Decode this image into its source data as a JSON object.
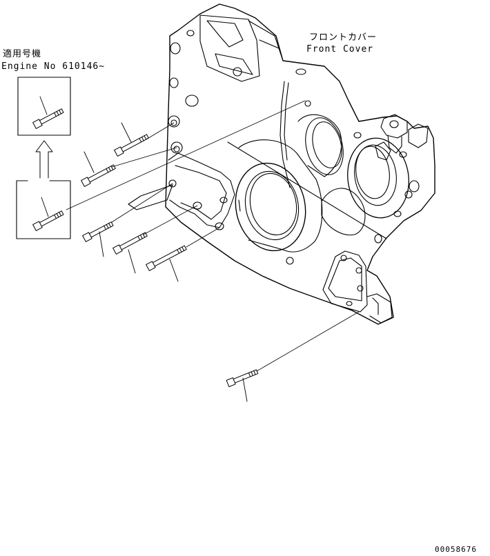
{
  "applicability": {
    "jp": "適用号機",
    "en": "Engine No 610146~"
  },
  "part_label": {
    "jp": "フロントカバー",
    "en": "Front Cover"
  },
  "drawing_number": "00058676",
  "colors": {
    "line": "#000000",
    "background": "#ffffff"
  }
}
